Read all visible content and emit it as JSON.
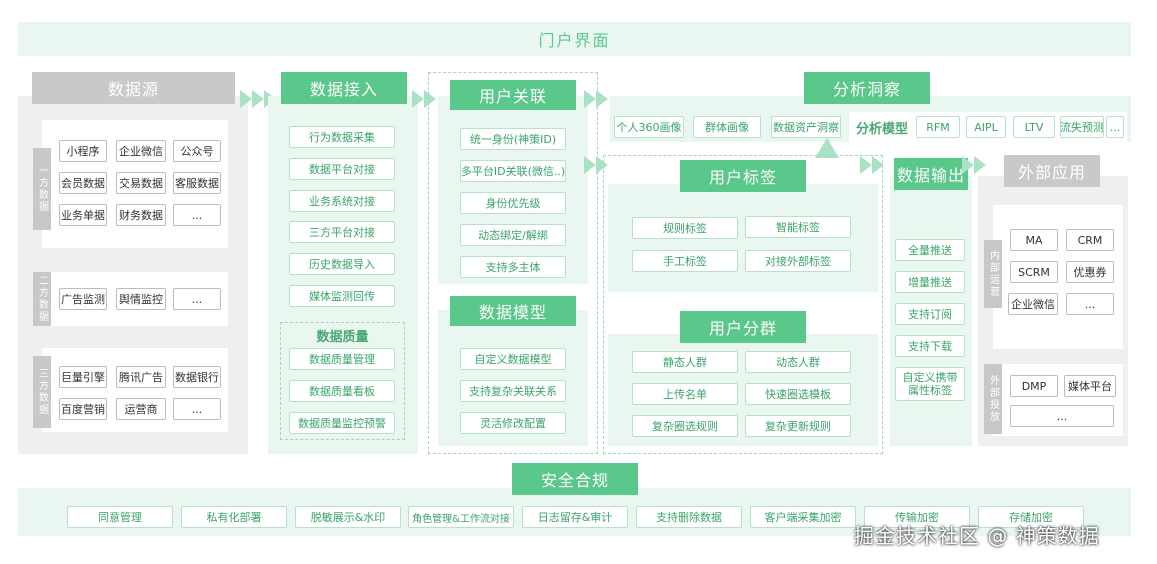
{
  "portal": {
    "title": "门户界面"
  },
  "datasource": {
    "title": "数据源",
    "first_party": {
      "label": "一方数据",
      "items": [
        "小程序",
        "企业微信",
        "公众号",
        "会员数据",
        "交易数据",
        "客服数据",
        "业务单据",
        "财务数据",
        "..."
      ]
    },
    "second_party": {
      "label": "二方数据",
      "items": [
        "广告监测",
        "舆情监控",
        "..."
      ]
    },
    "third_party": {
      "label": "三方数据",
      "items": [
        "巨量引擎",
        "腾讯广告",
        "数据银行",
        "百度营销",
        "运营商",
        "..."
      ]
    }
  },
  "ingest": {
    "title": "数据接入",
    "items": [
      "行为数据采集",
      "数据平台对接",
      "业务系统对接",
      "三方平台对接",
      "历史数据导入",
      "媒体监测回传"
    ],
    "quality": {
      "title": "数据质量",
      "items": [
        "数据质量管理",
        "数据质量看板",
        "数据质量监控预警"
      ]
    }
  },
  "identity": {
    "title": "用户关联",
    "items": [
      "统一身份(神策ID)",
      "多平台ID关联(微信..)",
      "身份优先级",
      "动态绑定/解绑",
      "支持多主体"
    ]
  },
  "model": {
    "title": "数据模型",
    "items": [
      "自定义数据模型",
      "支持复杂关联关系",
      "灵活修改配置"
    ]
  },
  "insight": {
    "title": "分析洞察",
    "items": [
      "个人360画像",
      "群体画像",
      "数据资产洞察"
    ],
    "model_label": "分析模型",
    "models": [
      "RFM",
      "AIPL",
      "LTV",
      "流失预测",
      "..."
    ]
  },
  "tags": {
    "title": "用户标签",
    "items": [
      "规则标签",
      "智能标签",
      "手工标签",
      "对接外部标签"
    ]
  },
  "segments": {
    "title": "用户分群",
    "items": [
      "静态人群",
      "动态人群",
      "上传名单",
      "快速圈选模板",
      "复杂圈选规则",
      "复杂更新规则"
    ]
  },
  "output": {
    "title": "数据输出",
    "items": [
      "全量推送",
      "增量推送",
      "支持订阅",
      "支持下载",
      "自定义携带属性标签"
    ]
  },
  "external": {
    "title": "外部应用",
    "internal": {
      "label": "内部运营",
      "items": [
        "MA",
        "CRM",
        "SCRM",
        "优惠券",
        "企业微信",
        "..."
      ]
    },
    "ads": {
      "label": "外部投放",
      "items": [
        "DMP",
        "媒体平台",
        "..."
      ]
    }
  },
  "security": {
    "title": "安全合规",
    "items": [
      "同意管理",
      "私有化部署",
      "脱敏展示&水印",
      "角色管理&工作流对接",
      "日志留存&审计",
      "支持删除数据",
      "客户端采集加密",
      "传输加密",
      "存储加密"
    ]
  },
  "watermark": "掘金技术社区 @ 神策数据",
  "colors": {
    "accent": "#5ac88a",
    "panel": "#eaf7f0",
    "gray": "#c9c9c9"
  }
}
